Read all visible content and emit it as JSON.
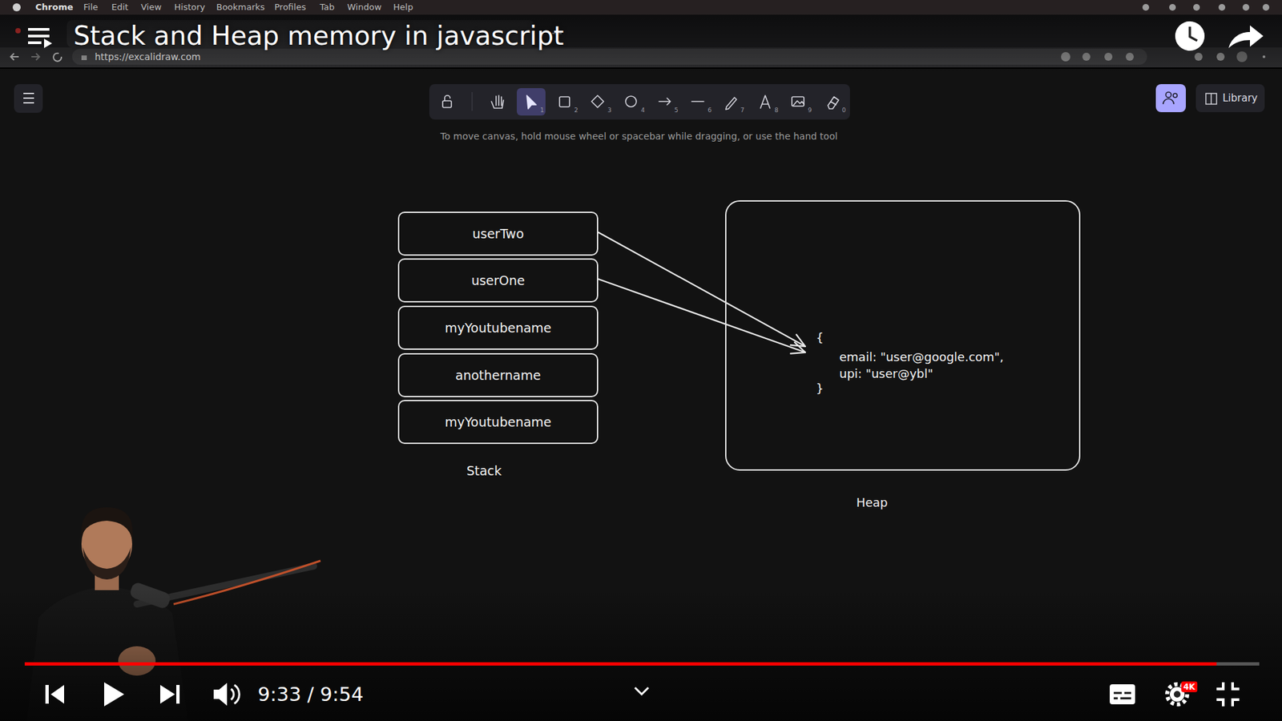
{
  "diagram": {
    "title": "Stack and Heap memory in javascript",
    "nodes": [
      {
        "text": [
          "userTwo"
        ]
      },
      {
        "text": [
          "userOne"
        ]
      },
      {
        "text": [
          "myYoutubename"
        ]
      },
      {
        "text": [
          "anothername"
        ]
      },
      {
        "text": [
          "myYoutubename"
        ]
      },
      {
        "text": [
          "{",
          "email: \"user@google.com\",",
          "upi: \"user@ybl\"",
          "}",
          "Heap"
        ]
      }
    ],
    "edges": [
      {
        "from": 0,
        "to": 5,
        "arrow": "to"
      },
      {
        "from": 1,
        "to": 5,
        "arrow": "to"
      }
    ],
    "labels": [
      "Chrome",
      "File",
      "Edit",
      "View",
      "History",
      "Bookmarks",
      "Profiles",
      "Tab",
      "Window",
      "Help",
      "https://excalidraw.com",
      "1",
      "2",
      "3",
      "4",
      "5",
      "6",
      "7",
      "8",
      "9",
      "0",
      "To move canvas, hold mouse wheel or spacebar while dragging, or use the hand tool",
      "Library",
      "Stack",
      "9:33 / 9:54",
      "4K"
    ]
  }
}
